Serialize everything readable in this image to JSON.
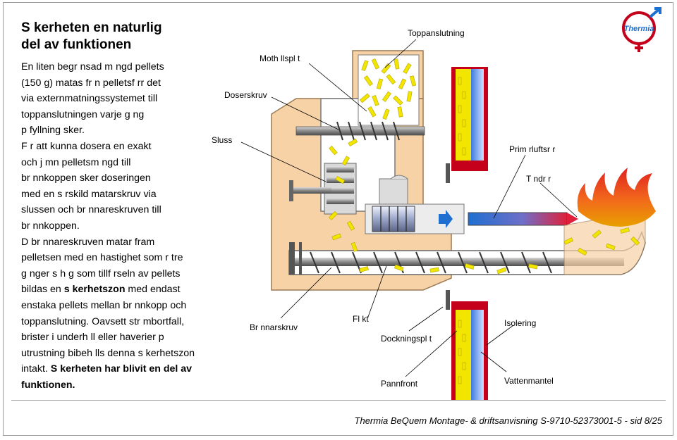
{
  "title": {
    "line1": "S kerheten en naturlig",
    "line2": "del av funktionen"
  },
  "body_lines": [
    "En liten begr nsad m ngd pellets",
    "(150 g) matas fr n pelletsf rr det",
    "via externmatningssystemet till",
    "toppanslutningen varje g ng",
    "p fyllning sker.",
    "F r att kunna dosera en exakt",
    "och j mn pelletsm ngd till",
    "br nnkoppen sker doseringen",
    "med en s rskild matarskruv via",
    "slussen och br nnareskruven till",
    "br nnkoppen.",
    "D br nnareskruven matar fram",
    "pelletsen med en hastighet som  r tre",
    "g nger s  h g som tillf rseln av pellets",
    "bildas en"
  ],
  "body_tail": {
    "bold_term": "s kerhetszon",
    "after_bold": " med endast",
    "line16": "enstaka pellets mellan br nnkopp och",
    "line17": "toppanslutning. Oavsett str mbortfall,",
    "line18": "brister i underh ll eller haverier p",
    "line19_plain": "utrustning bibeh lls denna s kerhetszon",
    "line20_plain": "intakt.",
    "line20_bold": " S kerheten har blivit en del av",
    "line21_bold": "funktionen."
  },
  "labels": {
    "toppanslutning": "Toppanslutning",
    "mothallsplat": "Moth llspl t",
    "doserskruv": "Doserskruv",
    "sluss": "Sluss",
    "primarluftsror": "Prim rluftsr r",
    "tandror": "T ndr r",
    "brannarskruv": "Br nnarskruv",
    "flakt": "Fl kt",
    "dockningsplat": "Dockningspl t",
    "isolering": "Isolering",
    "pannfront": "Pannfront",
    "vattenmantel": "Vattenmantel"
  },
  "logo": {
    "text": "Thermia"
  },
  "footer": "Thermia BeQuem Montage- & driftsanvisning S-9710-52373001-5 - sid 8/25",
  "colors": {
    "housing": "#f7d2a6",
    "pellet": "#f2e600",
    "pellet_stroke": "#b8a500",
    "steel": "#8c8c8c",
    "red": "#c4001a",
    "blue": "#1e6fd0",
    "flame_orange": "#f26a1b"
  }
}
